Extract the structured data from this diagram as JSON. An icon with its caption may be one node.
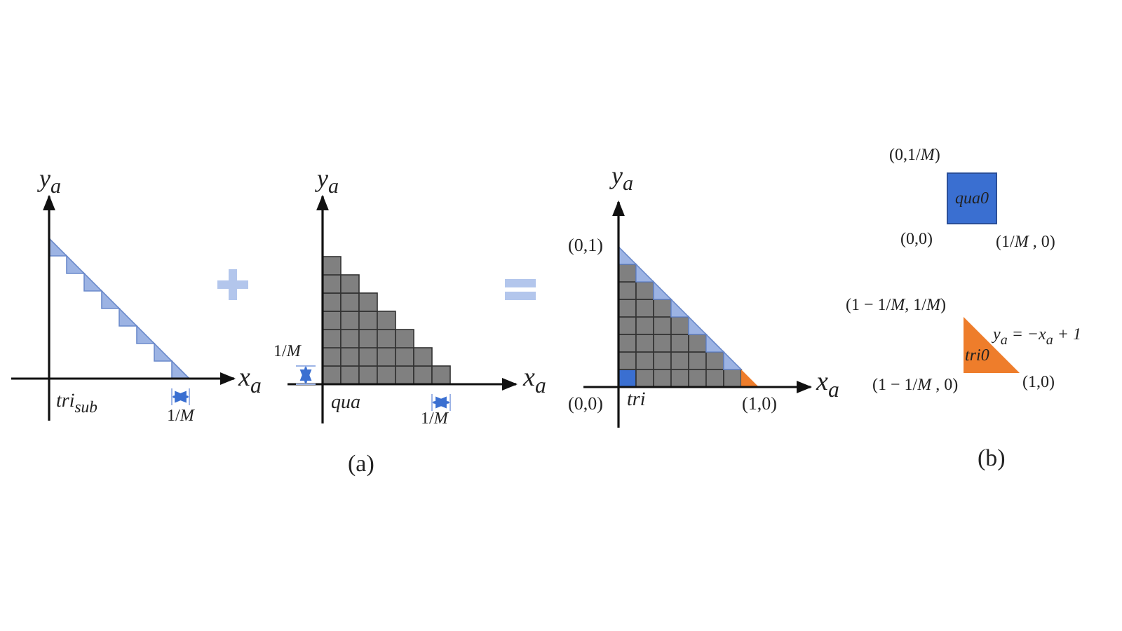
{
  "diagram": {
    "nodes": [
      {
        "text": [
          "qua0"
        ]
      },
      {
        "text": [
          "tri0"
        ]
      }
    ],
    "labels": [
      "y$_{a}$",
      "x$_{a}$",
      "tri$_{sub}$",
      "1/*M*",
      "y$_{a}$",
      "1/*M*",
      "x$_{a}$",
      "qua",
      "1/*M*",
      "(a)",
      "y$_{a}$",
      "(0,1)",
      "x$_{a}$",
      "(0,0)",
      "tri",
      "(1,0)",
      "(0,1/*M*)",
      "(0,0)",
      "(1/*M* , 0)",
      "(1 − 1/*M*, 1/*M*)",
      "y$_{a}$ = −x$_{a}$ + 1",
      "(1 − 1/*M* , 0)",
      "(1,0)",
      "(b)"
    ]
  }
}
